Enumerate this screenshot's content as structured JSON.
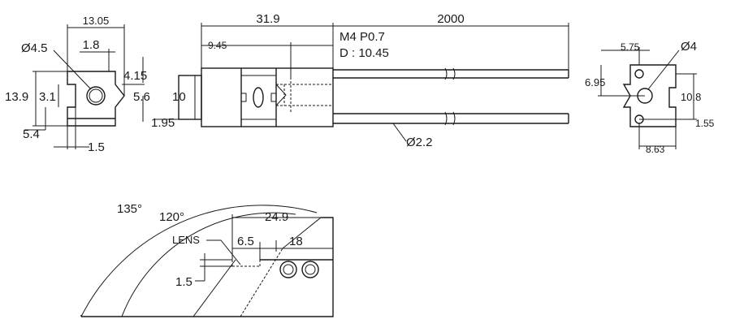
{
  "front_view": {
    "dim_13_05": "13.05",
    "dim_1_8": "1.8",
    "dim_dia_4_5": "Ø4.5",
    "dim_4_15": "4.15",
    "dim_5_6": "5.6",
    "dim_13_9": "13.9",
    "dim_3_1": "3.1",
    "dim_5_4": "5.4",
    "dim_1_5": "1.5"
  },
  "side_view": {
    "dim_31_9": "31.9",
    "dim_2000": "2000",
    "dim_9_45": "9.45",
    "thread_spec": "M4  P0.7",
    "thread_depth": "D : 10.45",
    "dim_10": "10",
    "dim_1_95": "1.95",
    "dim_dia_2_2": "Ø2.2"
  },
  "end_view": {
    "dim_5_75": "5.75",
    "dim_dia_4": "Ø4",
    "dim_6_95": "6.95",
    "dim_10_8": "10.8",
    "dim_1_55": "1.55",
    "dim_8_63": "8.63"
  },
  "angle_view": {
    "angle_135": "135°",
    "angle_120": "120°",
    "dim_24_9": "24.9",
    "lens_label": "LENS",
    "dim_6_5": "6.5",
    "dim_18": "18",
    "dim_1_5": "1.5"
  }
}
